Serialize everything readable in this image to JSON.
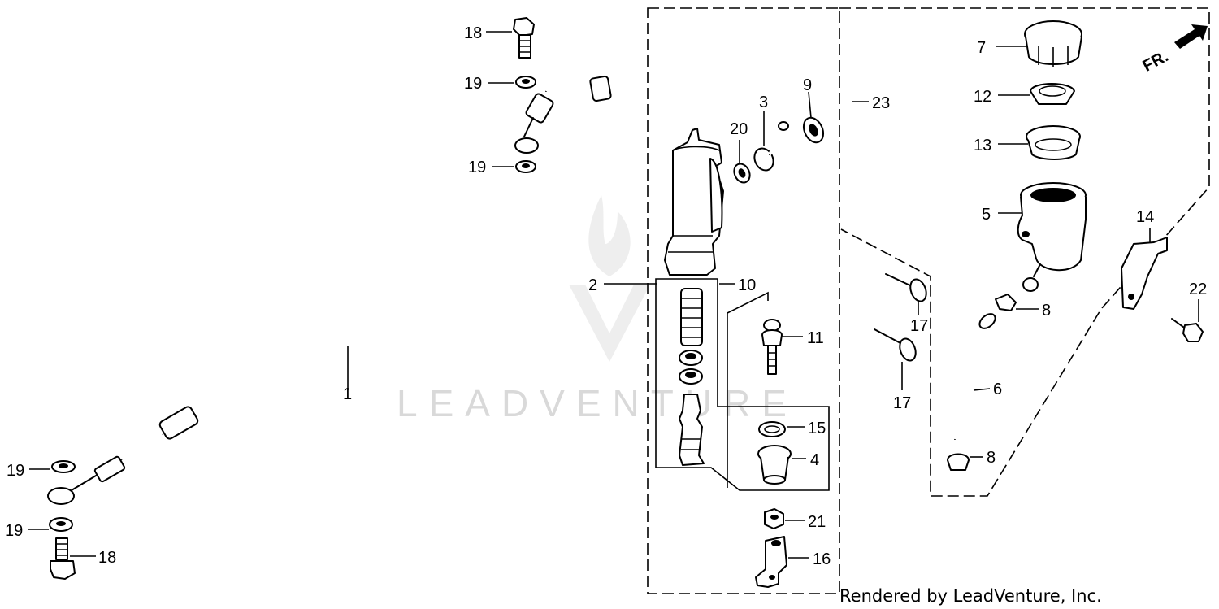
{
  "diagram": {
    "watermark": "LEADVENTURE",
    "credit": "Rendered by LeadVenture, Inc.",
    "direction_label": "FR.",
    "callouts": {
      "c1": "1",
      "c2": "2",
      "c3": "3",
      "c4": "4",
      "c5": "5",
      "c6": "6",
      "c7": "7",
      "c8a": "8",
      "c8b": "8",
      "c9": "9",
      "c10": "10",
      "c11": "11",
      "c12": "12",
      "c13": "13",
      "c14": "14",
      "c15": "15",
      "c16": "16",
      "c17a": "17",
      "c17b": "17",
      "c18a": "18",
      "c18b": "18",
      "c19a": "19",
      "c19b": "19",
      "c19c": "19",
      "c19d": "19",
      "c20": "20",
      "c21": "21",
      "c22": "22",
      "c23": "23"
    }
  }
}
